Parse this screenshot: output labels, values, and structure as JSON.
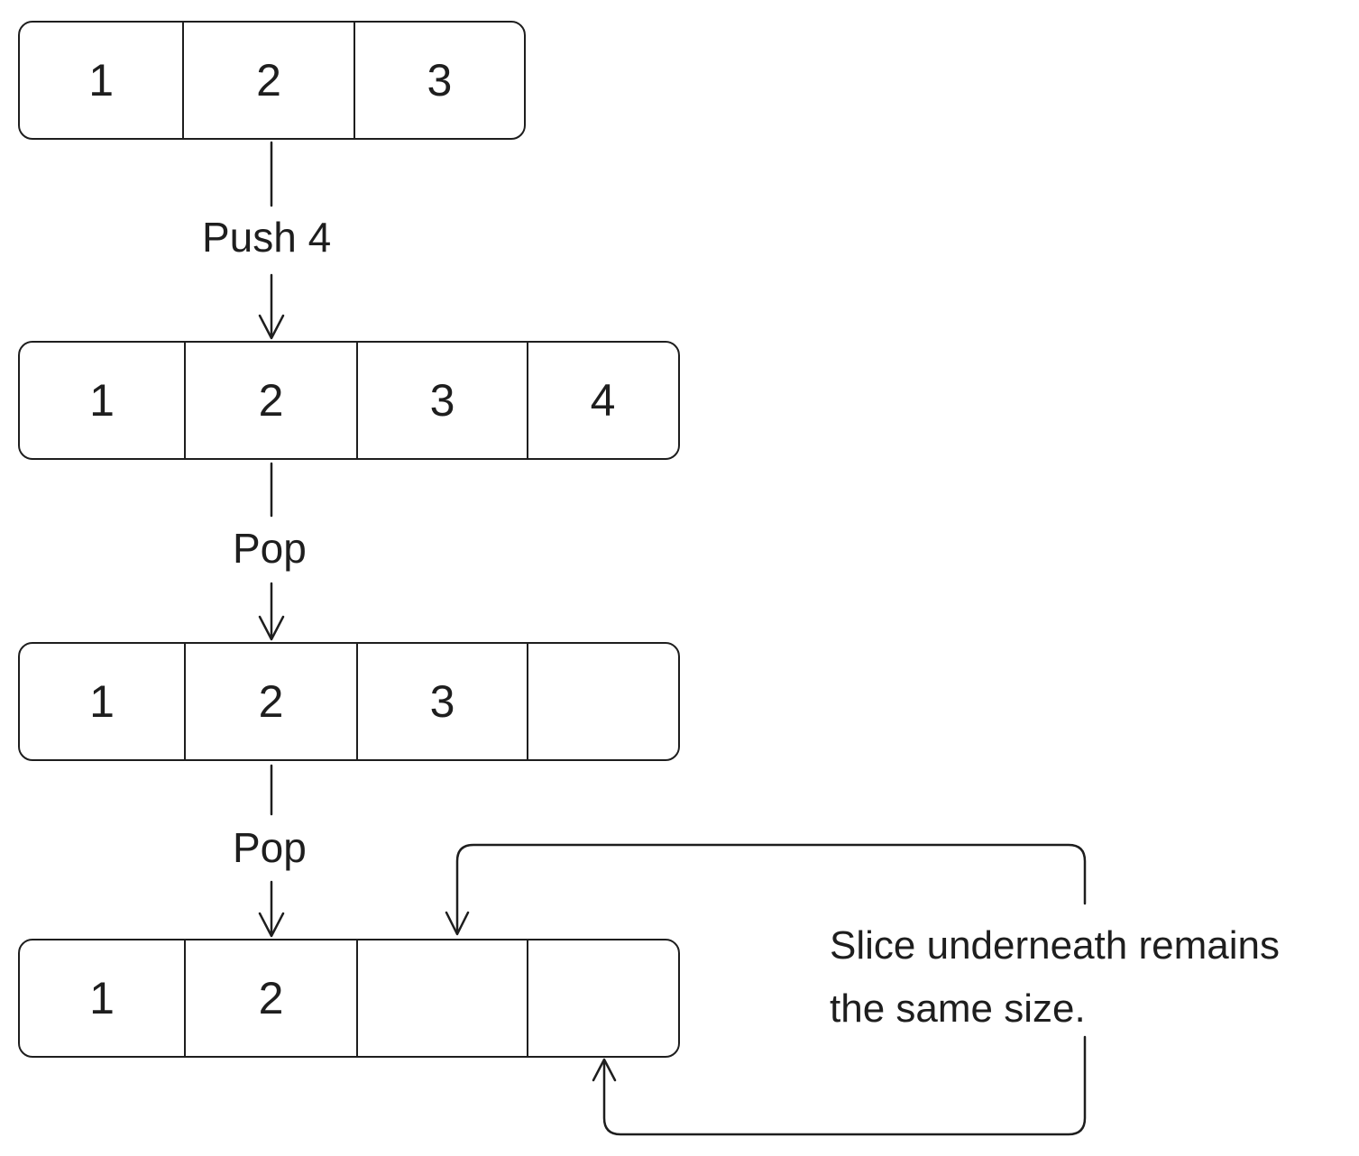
{
  "rows": [
    {
      "cells": [
        "1",
        "2",
        "3"
      ]
    },
    {
      "cells": [
        "1",
        "2",
        "3",
        "4"
      ]
    },
    {
      "cells": [
        "1",
        "2",
        "3",
        ""
      ]
    },
    {
      "cells": [
        "1",
        "2",
        "",
        ""
      ]
    }
  ],
  "operations": {
    "push": "Push 4",
    "pop_1": "Pop",
    "pop_2": "Pop"
  },
  "note": {
    "line1": "Slice underneath remains",
    "line2": "the same size."
  }
}
